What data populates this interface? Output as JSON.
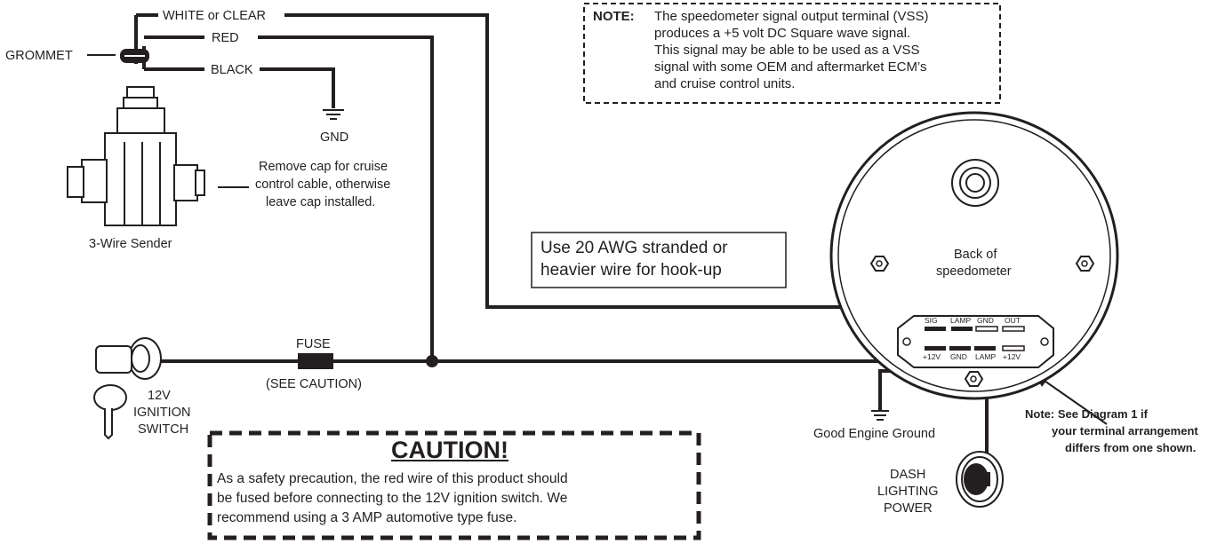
{
  "wires": {
    "white": "WHITE or CLEAR",
    "red": "RED",
    "black": "BLACK"
  },
  "labels": {
    "grommet": "GROMMET",
    "gnd": "GND",
    "cap_note": [
      "Remove cap for cruise",
      "control cable, otherwise",
      "leave cap installed."
    ],
    "sender": "3-Wire Sender",
    "fuse": "FUSE",
    "see_caution": "(SEE CAUTION)",
    "ignition": [
      "12V",
      "IGNITION",
      "SWITCH"
    ],
    "engine_ground": "Good Engine Ground",
    "dash_lighting": [
      "DASH",
      "LIGHTING",
      "POWER"
    ],
    "speedo_back": [
      "Back of",
      "speedometer"
    ],
    "diagram_note": [
      "Note:  See Diagram 1 if",
      "your terminal arrangement",
      "differs from one shown."
    ]
  },
  "terminals": {
    "top": [
      "SIG",
      "LAMP",
      "GND",
      "OUT"
    ],
    "bottom": [
      "+12V",
      "GND",
      "LAMP",
      "+12V"
    ]
  },
  "note_box": {
    "heading": "NOTE:",
    "lines": [
      "The speedometer signal output terminal (VSS)",
      "produces a +5 volt DC Square wave signal.",
      "This signal may be able to be used as a VSS",
      "signal with some OEM and aftermarket ECM’s",
      "and cruise control units."
    ]
  },
  "wire_box": {
    "lines": [
      "Use 20 AWG stranded or",
      "heavier wire for hook-up"
    ]
  },
  "caution_box": {
    "title": "CAUTION!",
    "lines": [
      "As a safety precaution, the red wire of this product should",
      "be fused before connecting to the 12V ignition switch. We",
      "recommend using a 3 AMP automotive type fuse."
    ]
  }
}
